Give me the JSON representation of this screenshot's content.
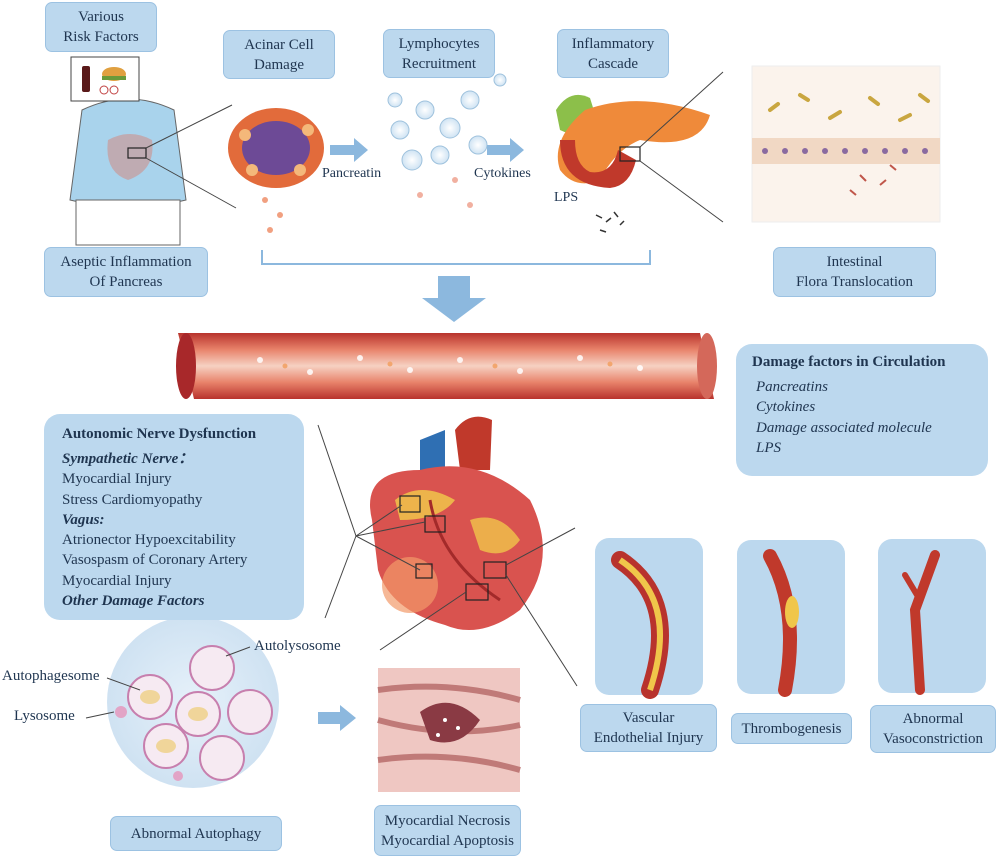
{
  "labels": {
    "risk": [
      "Various",
      "Risk Factors"
    ],
    "acinar": [
      "Acinar Cell",
      "Damage"
    ],
    "lymph": [
      "Lymphocytes",
      "Recruitment"
    ],
    "inflam": [
      "Inflammatory",
      "Cascade"
    ],
    "aseptic": [
      "Aseptic Inflammation",
      "Of Pancreas"
    ],
    "intestinal": [
      "Intestinal",
      "Flora Translocation"
    ],
    "vascular": [
      "Vascular",
      "Endothelial Injury"
    ],
    "thrombo": [
      "Thrombogenesis"
    ],
    "vasocon": [
      "Abnormal",
      "Vasoconstriction"
    ],
    "autophagy": [
      "Abnormal Autophagy"
    ],
    "necrosis": [
      "Myocardial Necrosis",
      "Myocardial Apoptosis"
    ]
  },
  "inline": {
    "pancreatin": "Pancreatin",
    "cytokines": "Cytokines",
    "lps": "LPS",
    "autolysosome": "Autolysosome",
    "autophagesome": "Autophagesome",
    "lysosome": "Lysosome"
  },
  "circulation": {
    "title": "Damage factors in Circulation",
    "items": [
      "Pancreatins",
      "Cytokines",
      "Damage associated molecule",
      "LPS"
    ]
  },
  "autonomic": {
    "title": "Autonomic Nerve Dysfunction",
    "sympathetic_title": "Sympathetic Nerve：",
    "sympathetic_items": [
      "Myocardial  Injury",
      "Stress Cardiomyopathy"
    ],
    "vagus_title": "Vagus:",
    "vagus_items": [
      "Atrionector  Hypoexcitability",
      "Vasospasm  of Coronary Artery",
      "Myocardial  Injury"
    ],
    "other": "Other Damage Factors"
  },
  "colors": {
    "label_fill": "#bcd8ee",
    "arrow": "#8cb8de",
    "vessel": "#c0392b",
    "heart": "#d9534f"
  }
}
